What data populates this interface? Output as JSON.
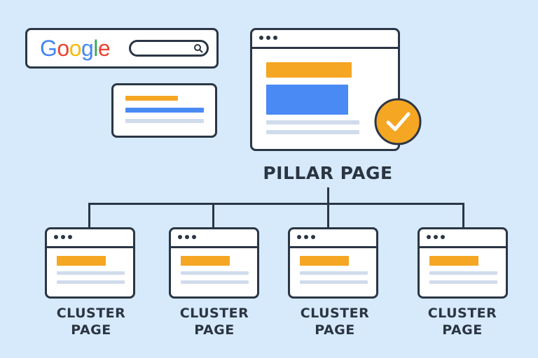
{
  "google_bar": {
    "logo_text": [
      "G",
      "o",
      "o",
      "g",
      "l",
      "e"
    ]
  },
  "pillar": {
    "label": "PILLAR PAGE"
  },
  "clusters": [
    {
      "line1": "CLUSTER",
      "line2": "PAGE"
    },
    {
      "line1": "CLUSTER",
      "line2": "PAGE"
    },
    {
      "line1": "CLUSTER",
      "line2": "PAGE"
    },
    {
      "line1": "CLUSTER",
      "line2": "PAGE"
    }
  ],
  "colors": {
    "background": "#d6eafc",
    "outline": "#2a3645",
    "orange": "#f5a623",
    "blue": "#4a8af4",
    "light_gray": "#d0dcec",
    "google_blue": "#4285f4",
    "google_red": "#ea4335",
    "google_yellow": "#fbbc05",
    "google_green": "#34a853"
  },
  "icons": [
    "search-icon",
    "checkmark-icon",
    "window-dots-icon"
  ]
}
